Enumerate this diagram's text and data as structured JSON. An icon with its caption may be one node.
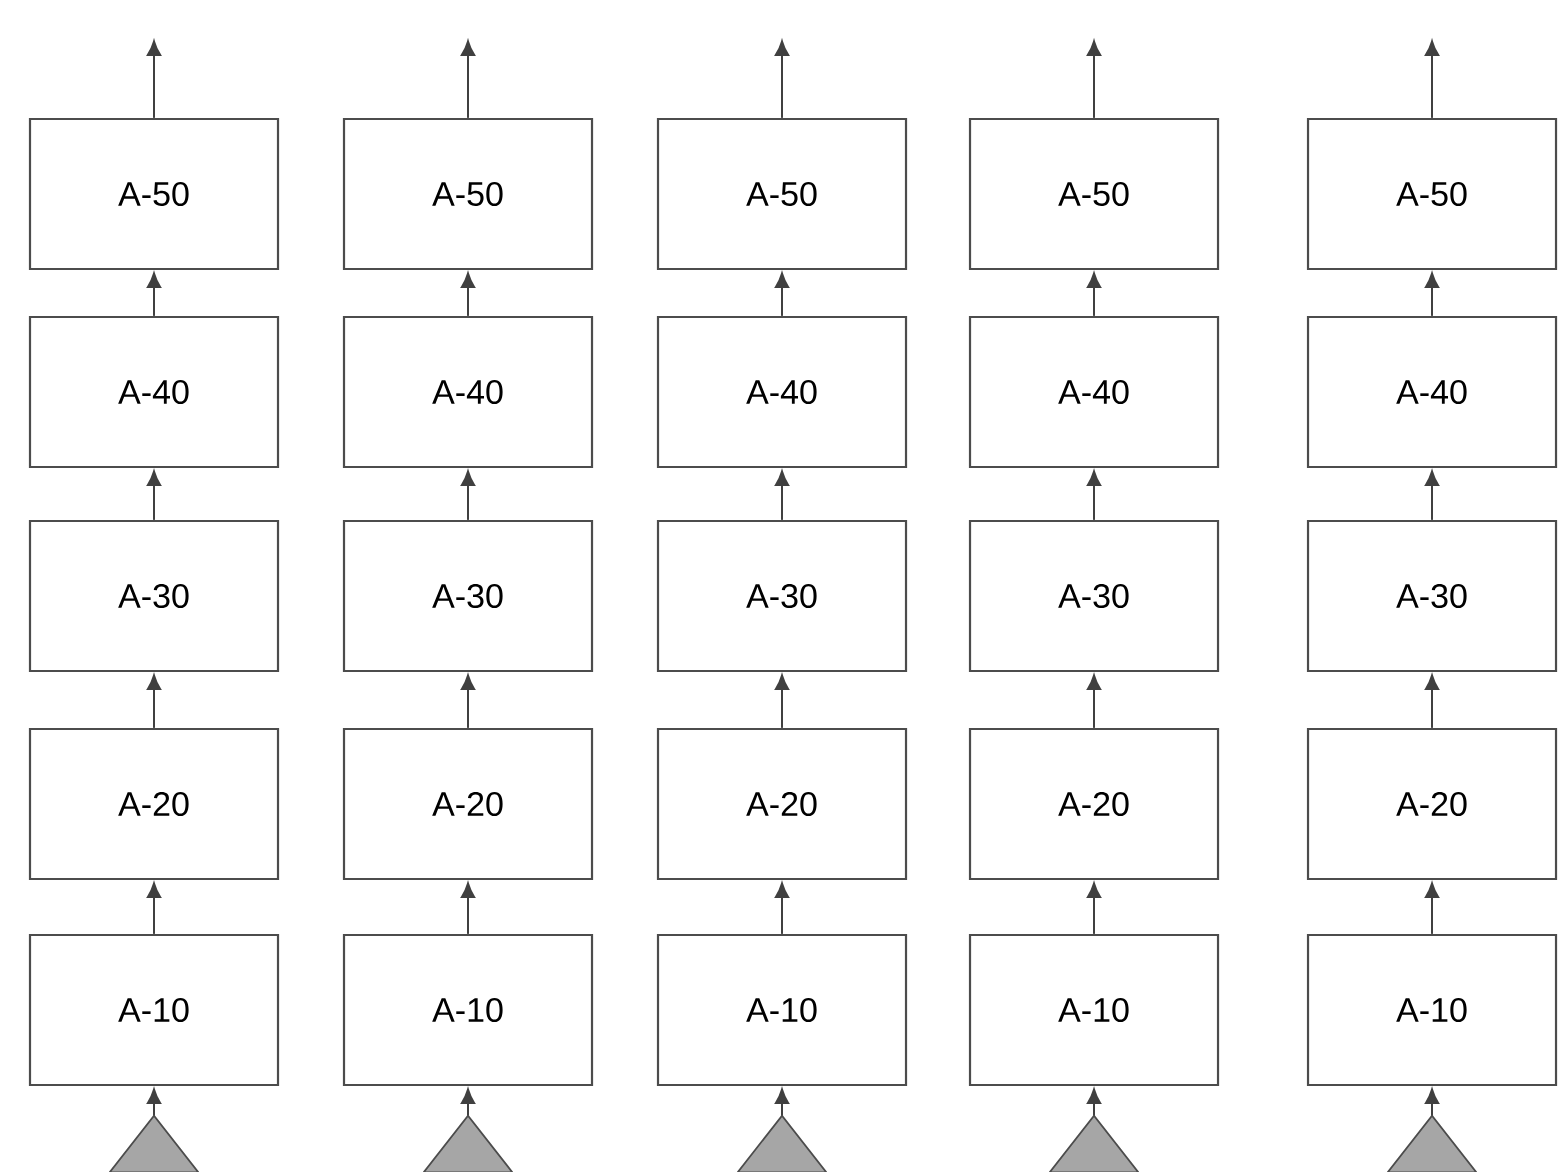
{
  "diagram": {
    "nodes": [
      {
        "text": [
          "A-50"
        ]
      },
      {
        "text": [
          "A-50"
        ]
      },
      {
        "text": [
          "A-50"
        ]
      },
      {
        "text": [
          "A-50"
        ]
      },
      {
        "text": [
          "A-50"
        ]
      },
      {
        "text": [
          "A-40"
        ]
      },
      {
        "text": [
          "A-40"
        ]
      },
      {
        "text": [
          "A-40"
        ]
      },
      {
        "text": [
          "A-40"
        ]
      },
      {
        "text": [
          "A-40"
        ]
      },
      {
        "text": [
          "A-30"
        ]
      },
      {
        "text": [
          "A-30"
        ]
      },
      {
        "text": [
          "A-30"
        ]
      },
      {
        "text": [
          "A-30"
        ]
      },
      {
        "text": [
          "A-30"
        ]
      },
      {
        "text": [
          "A-20"
        ]
      },
      {
        "text": [
          "A-20"
        ]
      },
      {
        "text": [
          "A-20"
        ]
      },
      {
        "text": [
          "A-20"
        ]
      },
      {
        "text": [
          "A-20"
        ]
      },
      {
        "text": [
          "A-10"
        ]
      },
      {
        "text": [
          "A-10"
        ]
      },
      {
        "text": [
          "A-10"
        ]
      },
      {
        "text": [
          "A-10"
        ]
      },
      {
        "text": [
          "A-10"
        ]
      },
      {
        "text": [],
        "shape": "triangle"
      },
      {
        "text": [],
        "shape": "triangle"
      },
      {
        "text": [],
        "shape": "triangle"
      },
      {
        "text": [],
        "shape": "triangle"
      },
      {
        "text": [],
        "shape": "triangle"
      }
    ],
    "edges": [
      {
        "from": 25,
        "to": 20,
        "arrow": "to"
      },
      {
        "from": 20,
        "to": 15,
        "arrow": "to"
      },
      {
        "from": 15,
        "to": 10,
        "arrow": "to"
      },
      {
        "from": 10,
        "to": 5,
        "arrow": "to"
      },
      {
        "from": 5,
        "to": 0,
        "arrow": "to"
      },
      {
        "from": 0,
        "to": null,
        "arrow": "to"
      },
      {
        "from": 26,
        "to": 21,
        "arrow": "to"
      },
      {
        "from": 21,
        "to": 16,
        "arrow": "to"
      },
      {
        "from": 16,
        "to": 11,
        "arrow": "to"
      },
      {
        "from": 11,
        "to": 6,
        "arrow": "to"
      },
      {
        "from": 6,
        "to": 1,
        "arrow": "to"
      },
      {
        "from": 1,
        "to": null,
        "arrow": "to"
      },
      {
        "from": 27,
        "to": 22,
        "arrow": "to"
      },
      {
        "from": 22,
        "to": 17,
        "arrow": "to"
      },
      {
        "from": 17,
        "to": 12,
        "arrow": "to"
      },
      {
        "from": 12,
        "to": 7,
        "arrow": "to"
      },
      {
        "from": 7,
        "to": 2,
        "arrow": "to"
      },
      {
        "from": 2,
        "to": null,
        "arrow": "to"
      },
      {
        "from": 28,
        "to": 23,
        "arrow": "to"
      },
      {
        "from": 23,
        "to": 18,
        "arrow": "to"
      },
      {
        "from": 18,
        "to": 13,
        "arrow": "to"
      },
      {
        "from": 13,
        "to": 8,
        "arrow": "to"
      },
      {
        "from": 8,
        "to": 3,
        "arrow": "to"
      },
      {
        "from": 3,
        "to": null,
        "arrow": "to"
      },
      {
        "from": 29,
        "to": 24,
        "arrow": "to"
      },
      {
        "from": 24,
        "to": 19,
        "arrow": "to"
      },
      {
        "from": 19,
        "to": 14,
        "arrow": "to"
      },
      {
        "from": 14,
        "to": 9,
        "arrow": "to"
      },
      {
        "from": 9,
        "to": 4,
        "arrow": "to"
      },
      {
        "from": 4,
        "to": null,
        "arrow": "to"
      }
    ]
  }
}
